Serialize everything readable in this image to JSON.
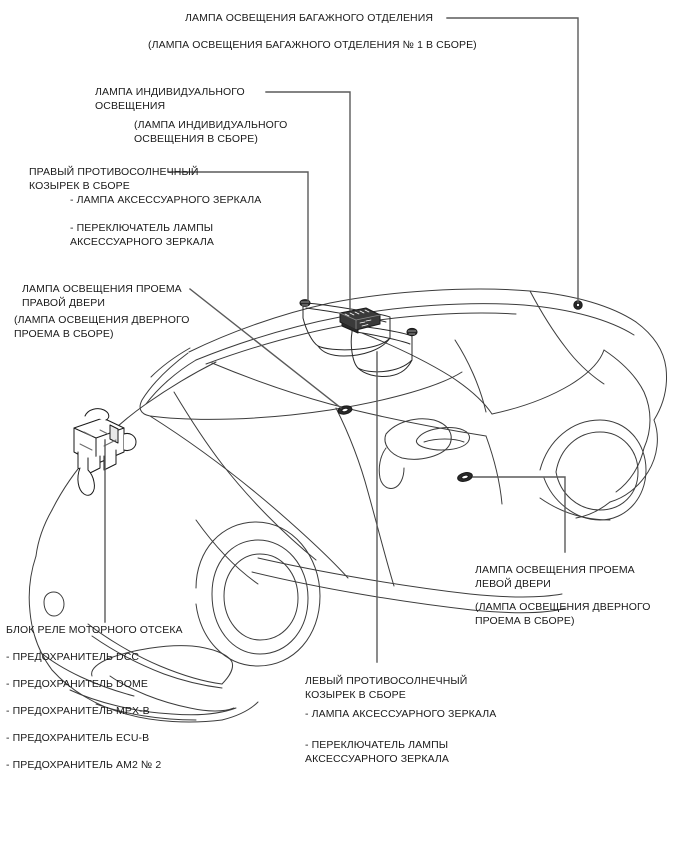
{
  "diagram": {
    "title": "Схема размещения ламп освещения салона и блока реле моторного отсека",
    "vehicle": "sports coupe - three quarter front view",
    "line_color": "#5a5a5a",
    "outline_color": "#3c3c3c",
    "text_color": "#1a1a1a"
  },
  "callouts": {
    "luggage_lamp": {
      "line1": "ЛАМПА ОСВЕЩЕНИЯ БАГАЖНОГО ОТДЕЛЕНИЯ",
      "line2": "(ЛАМПА ОСВЕЩЕНИЯ БАГАЖНОГО ОТДЕЛЕНИЯ № 1 В СБОРЕ)"
    },
    "personal_lamp": {
      "line1": "ЛАМПА ИНДИВИДУАЛЬНОГО",
      "line2": "ОСВЕЩЕНИЯ",
      "line3": "(ЛАМПА ИНДИВИДУАЛЬНОГО",
      "line4": "ОСВЕЩЕНИЯ В СБОРЕ)"
    },
    "right_visor": {
      "line1": "ПРАВЫЙ ПРОТИВОСОЛНЕЧНЫЙ",
      "line2": "КОЗЫРЕК В СБОРЕ",
      "item1": "- ЛАМПА АКСЕССУАРНОГО ЗЕРКАЛА",
      "item2_line1": "- ПЕРЕКЛЮЧАТЕЛЬ ЛАМПЫ",
      "item2_line2": "АКСЕССУАРНОГО ЗЕРКАЛА"
    },
    "right_door_lamp": {
      "line1": "ЛАМПА ОСВЕЩЕНИЯ ПРОЕМА",
      "line2": "ПРАВОЙ ДВЕРИ",
      "line3": "(ЛАМПА ОСВЕЩЕНИЯ ДВЕРНОГО",
      "line4": "ПРОЕМА В СБОРЕ)"
    },
    "left_door_lamp": {
      "line1": "ЛАМПА ОСВЕЩЕНИЯ ПРОЕМА",
      "line2": "ЛЕВОЙ ДВЕРИ",
      "line3": "(ЛАМПА ОСВЕЩЕНИЯ ДВЕРНОГО",
      "line4": "ПРОЕМА В СБОРЕ)"
    },
    "left_visor": {
      "line1": "ЛЕВЫЙ ПРОТИВОСОЛНЕЧНЫЙ",
      "line2": "КОЗЫРЕК В СБОРЕ",
      "item1": "- ЛАМПА АКСЕССУАРНОГО ЗЕРКАЛА",
      "item2_line1": "- ПЕРЕКЛЮЧАТЕЛЬ ЛАМПЫ",
      "item2_line2": "АКСЕССУАРНОГО ЗЕРКАЛА"
    },
    "engine_relay_block": {
      "title": "БЛОК РЕЛЕ МОТОРНОГО ОТСЕКА",
      "fuses": [
        "- ПРЕДОХРАНИТЕЛЬ DCC",
        "- ПРЕДОХРАНИТЕЛЬ DOME",
        "- ПРЕДОХРАНИТЕЛЬ MPX-B",
        "- ПРЕДОХРАНИТЕЛЬ ECU-B",
        "- ПРЕДОХРАНИТЕЛЬ AM2 № 2"
      ]
    }
  }
}
